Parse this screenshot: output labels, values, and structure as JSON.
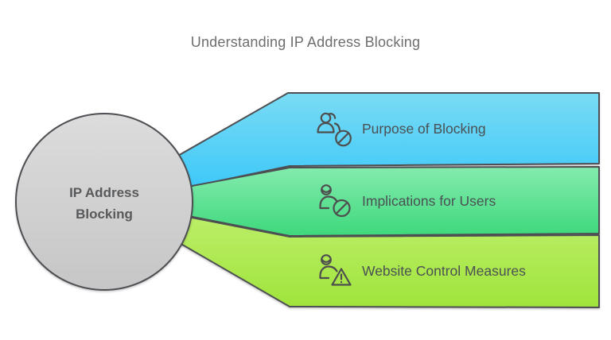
{
  "title": "Understanding IP Address Blocking",
  "center_node": {
    "line1": "IP Address",
    "line2": "Blocking"
  },
  "branches": [
    {
      "label": "Purpose of Blocking",
      "icon": "users-blocked-icon",
      "color_top": "#79dbf4",
      "color_bottom": "#3ec8f8"
    },
    {
      "label": "Implications for Users",
      "icon": "user-blocked-icon",
      "color_top": "#84ebae",
      "color_bottom": "#3ed87c"
    },
    {
      "label": "Website Control Measures",
      "icon": "user-warning-icon",
      "color_top": "#bcee68",
      "color_bottom": "#9fe43b"
    }
  ],
  "colors": {
    "background": "#ffffff",
    "outline": "#4d4f52",
    "title_text": "#6e6e6e",
    "label_text": "#4b5054",
    "center_text": "#58595b",
    "circle_top": "#dcdcdc",
    "circle_bottom": "#c6c6c6",
    "icon_stroke": "#4e4e4e"
  }
}
